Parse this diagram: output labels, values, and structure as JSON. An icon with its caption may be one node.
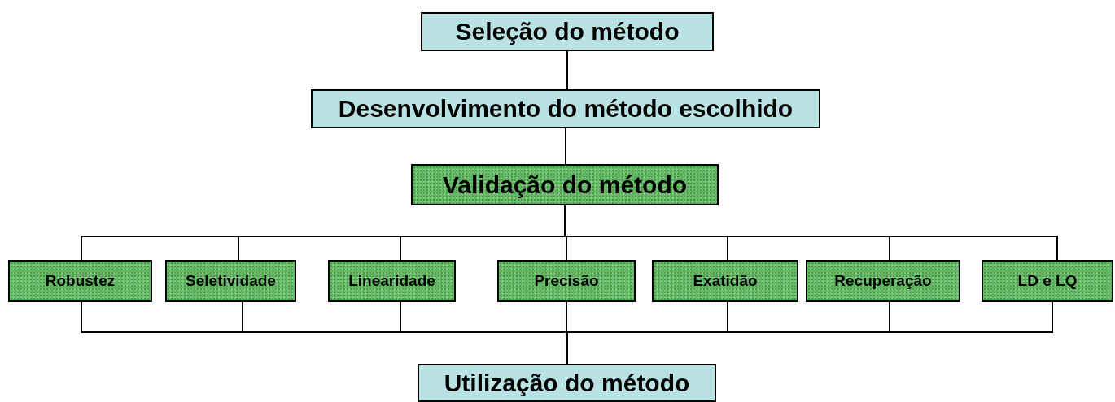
{
  "diagram": {
    "nodes": [
      {
        "text": [
          "Seleção do método"
        ]
      },
      {
        "text": [
          "Desenvolvimento do método escolhido"
        ]
      },
      {
        "text": [
          "Validação do método"
        ]
      },
      {
        "text": [
          "Robustez"
        ]
      },
      {
        "text": [
          "Seletividade"
        ]
      },
      {
        "text": [
          "Linearidade"
        ]
      },
      {
        "text": [
          "Precisão"
        ]
      },
      {
        "text": [
          "Exatidão"
        ]
      },
      {
        "text": [
          "Recuperação"
        ]
      },
      {
        "text": [
          "LD e LQ"
        ]
      },
      {
        "text": [
          "Utilização do método"
        ]
      }
    ],
    "edges": [
      {
        "from": 0,
        "to": 1,
        "arrow": "none"
      },
      {
        "from": 1,
        "to": 2,
        "arrow": "none"
      },
      {
        "from": 2,
        "to": 3,
        "arrow": "none"
      },
      {
        "from": 2,
        "to": 4,
        "arrow": "none"
      },
      {
        "from": 2,
        "to": 5,
        "arrow": "none"
      },
      {
        "from": 2,
        "to": 6,
        "arrow": "none"
      },
      {
        "from": 2,
        "to": 7,
        "arrow": "none"
      },
      {
        "from": 2,
        "to": 8,
        "arrow": "none"
      },
      {
        "from": 2,
        "to": 9,
        "arrow": "none"
      },
      {
        "from": 3,
        "to": 10,
        "arrow": "none"
      },
      {
        "from": 4,
        "to": 10,
        "arrow": "none"
      },
      {
        "from": 5,
        "to": 10,
        "arrow": "none"
      },
      {
        "from": 6,
        "to": 10,
        "arrow": "none"
      },
      {
        "from": 7,
        "to": 10,
        "arrow": "none"
      },
      {
        "from": 8,
        "to": 10,
        "arrow": "none"
      },
      {
        "from": 9,
        "to": 10,
        "arrow": "none"
      }
    ]
  }
}
